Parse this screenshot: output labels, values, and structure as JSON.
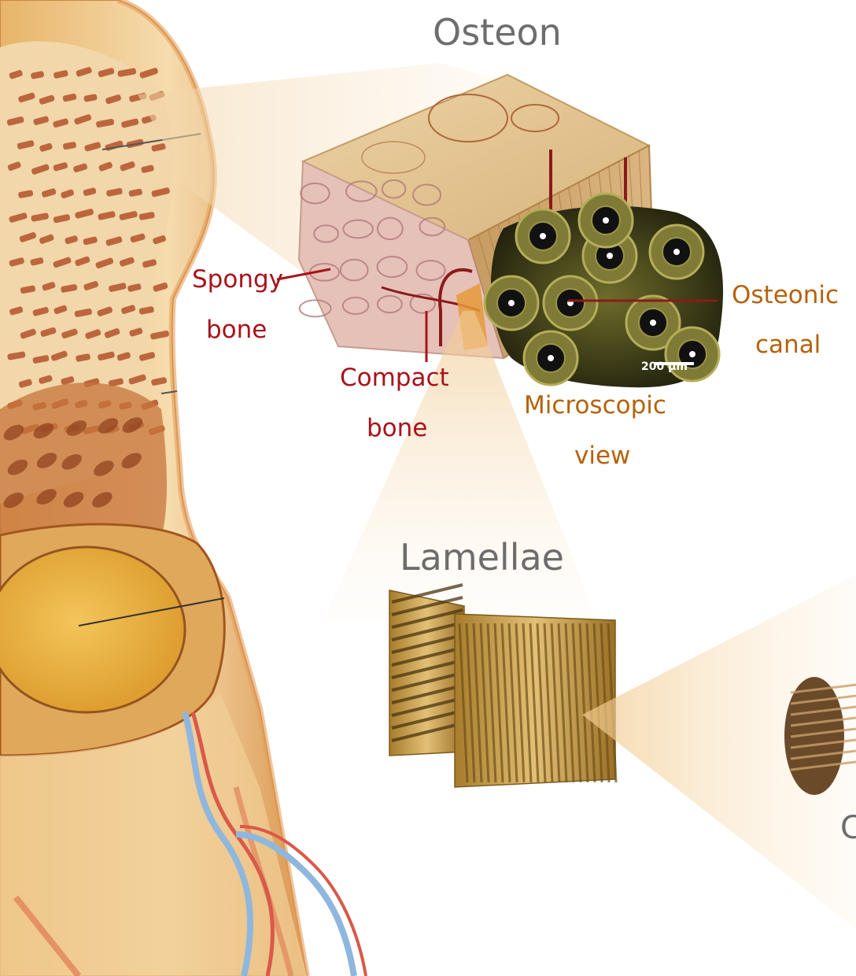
{
  "titles": {
    "osteon": "Osteon",
    "lamellae": "Lamellae"
  },
  "labels": {
    "spongy_line1": "Spongy",
    "spongy_line2": "bone",
    "compact_line1": "Compact",
    "compact_line2": "bone",
    "osteonic_line1": "Osteonic",
    "osteonic_line2": "canal",
    "microscopic_line1": "Microscopic",
    "microscopic_line2": "view",
    "scale_bar": "200 µm",
    "partial_edge": "C"
  },
  "colors": {
    "title_gray": "#6d6d6d",
    "label_red": "#a8131b",
    "label_orange": "#b5620c",
    "bone_light": "#f3dfb8",
    "bone_mid": "#e2b06c",
    "bone_dark": "#b96a2a",
    "vein_blue": "#8fb7dd",
    "artery_red": "#d9594a"
  }
}
